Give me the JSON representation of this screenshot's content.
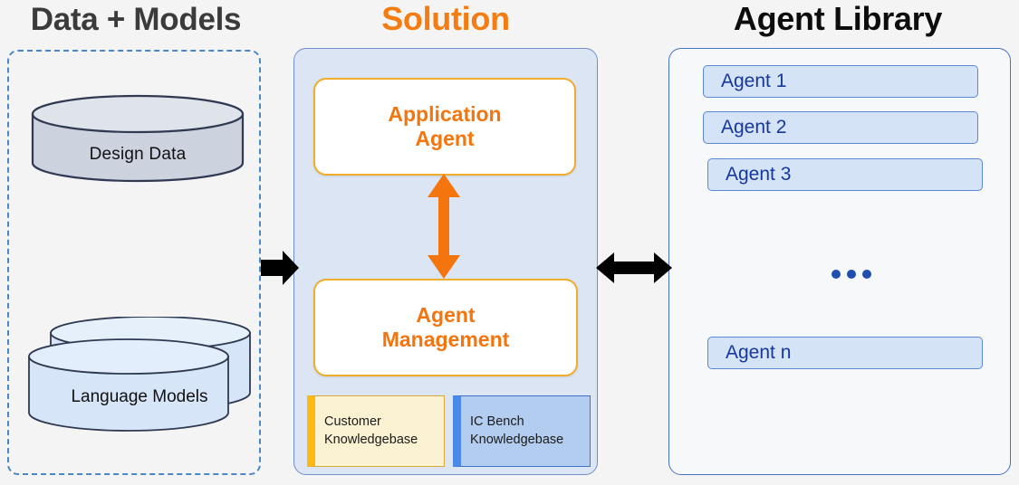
{
  "columns": {
    "data_models": {
      "title": "Data + Models"
    },
    "solution": {
      "title": "Solution"
    },
    "agent_library": {
      "title": "Agent Library"
    }
  },
  "data_models": {
    "stores": [
      {
        "label": "Design  Data",
        "icon": "database-cylinder-icon",
        "fill": "#ccd2de",
        "stroke": "#2f3a52"
      },
      {
        "label": "Language Models",
        "icon": "database-cylinder-stack-icon",
        "fill": "#d6e5f8",
        "stroke": "#2f3a52"
      }
    ]
  },
  "solution": {
    "application_agent": {
      "label": "Application\nAgent",
      "line1": "Application",
      "line2": "Agent"
    },
    "agent_management": {
      "label": "Agent\nManagement",
      "line1": "Agent",
      "line2": "Management"
    },
    "knowledgebases": [
      {
        "line1": "Customer",
        "line2": "Knowledgebase",
        "accent": "#fcb913",
        "fill": "#faf2d3"
      },
      {
        "line1": "IC Bench",
        "line2": "Knowledgebase",
        "accent": "#4a89e8",
        "fill": "#b3cdf0"
      }
    ]
  },
  "agent_library": {
    "agents": [
      {
        "label": "Agent 1"
      },
      {
        "label": "Agent 2"
      },
      {
        "label": "Agent 3"
      },
      {
        "label": "Agent n"
      }
    ],
    "ellipsis": "..."
  },
  "connectors": [
    {
      "name": "data-to-solution",
      "direction": "right",
      "color": "#000000"
    },
    {
      "name": "application-agent-to-agent-management",
      "direction": "both-vertical",
      "color": "#f4750d"
    },
    {
      "name": "solution-to-agent-library",
      "direction": "both-horizontal",
      "color": "#000000"
    }
  ],
  "colors": {
    "accent_orange": "#f4750d",
    "accent_blue": "#4472c4",
    "panel_solution_fill": "#dbe5f4",
    "panel_library_fill": "#f7f8fa",
    "background": "#f4f4f4"
  }
}
